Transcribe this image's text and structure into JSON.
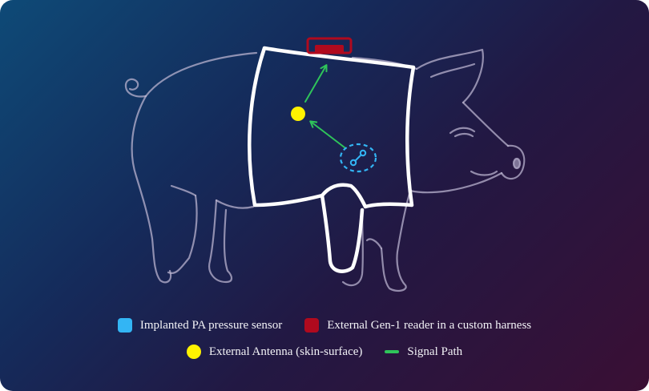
{
  "colors": {
    "sensor": "#33b5f4",
    "reader": "#b00a1e",
    "antenna": "#fff200",
    "signal": "#2fc45a"
  },
  "icons": {
    "pig": "pig-outline-icon",
    "sensor": "sensor-link-icon",
    "reader": "reader-device-icon",
    "antenna": "antenna-dot-icon",
    "harness": "harness-vest-icon"
  },
  "legend": {
    "sensor_label": "Implanted PA pressure sensor",
    "reader_label": "External Gen-1 reader in a custom harness",
    "antenna_label": "External Antenna (skin-surface)",
    "signal_label": "Signal Path"
  }
}
